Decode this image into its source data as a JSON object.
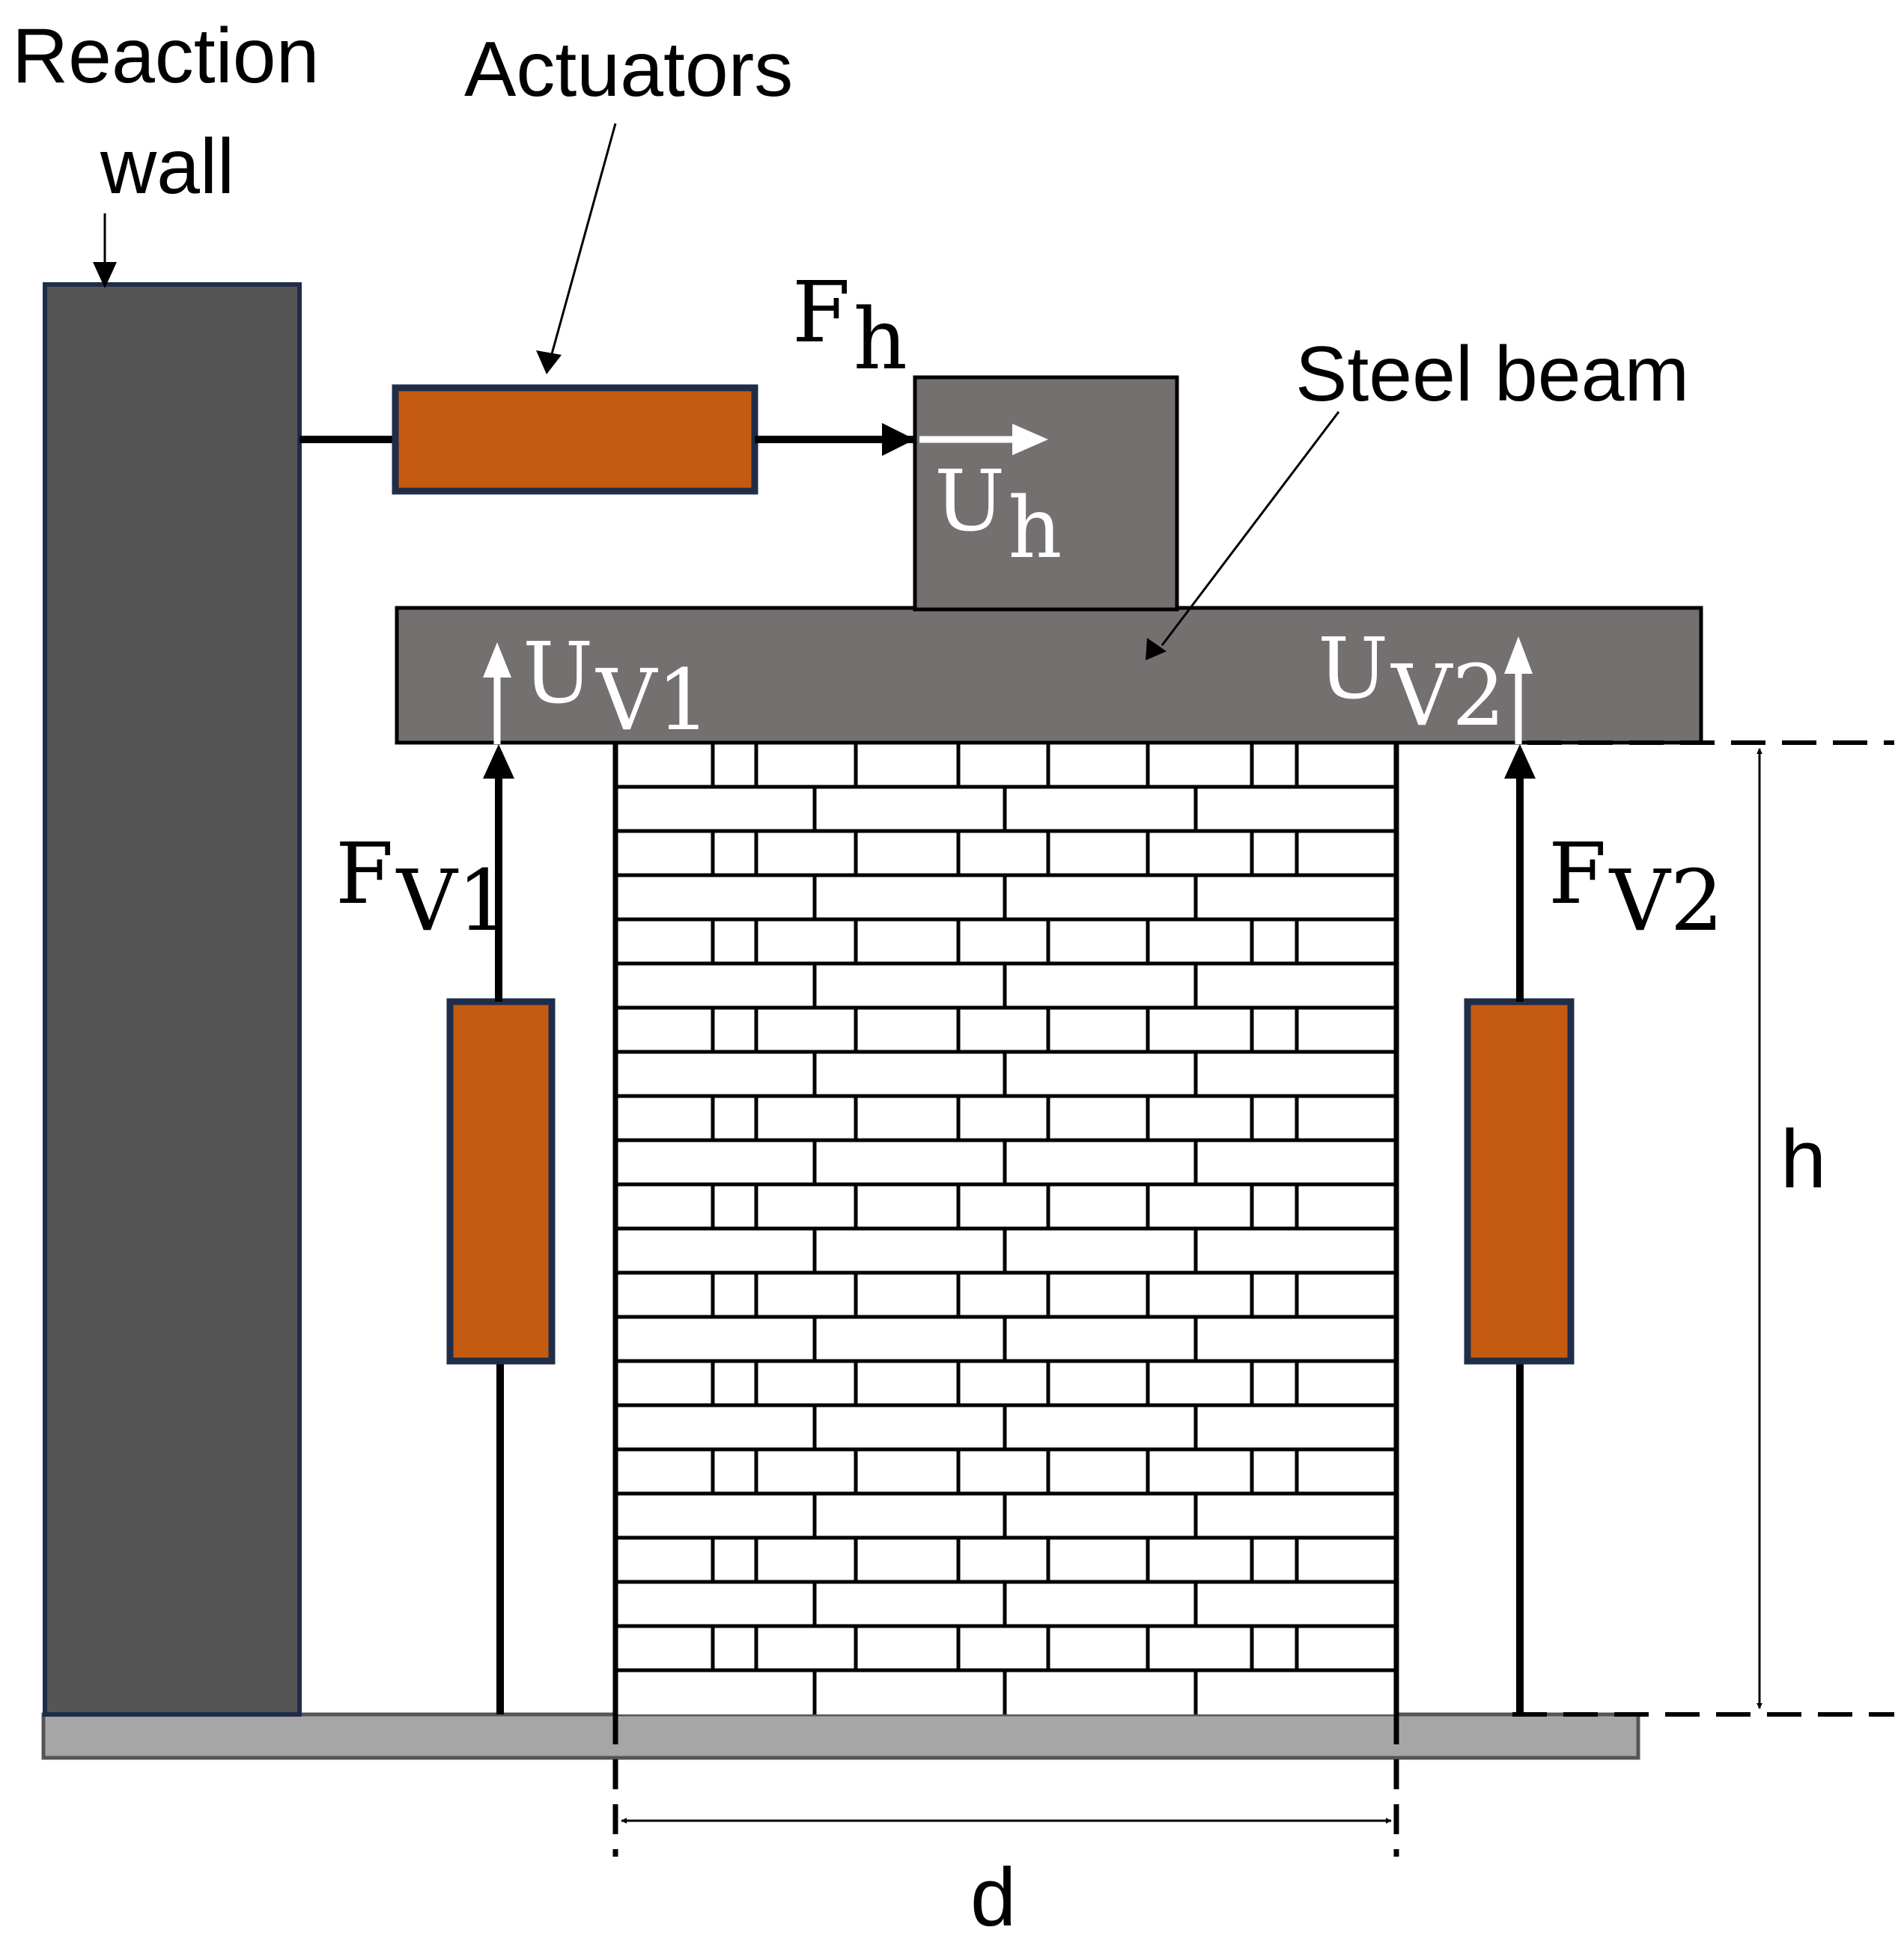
{
  "labels": {
    "reaction_wall_line1": "Reaction",
    "reaction_wall_line2": "wall",
    "actuators": "Actuators",
    "steel_beam": "Steel beam",
    "height": "h",
    "width": "d"
  },
  "symbols": {
    "fh": {
      "main": "F",
      "sub": "h"
    },
    "uh": {
      "main": "U",
      "sub": "h"
    },
    "uv1": {
      "main": "U",
      "sub": "V1"
    },
    "uv2": {
      "main": "U",
      "sub": "V2"
    },
    "fv1": {
      "main": "F",
      "sub": "V1"
    },
    "fv2": {
      "main": "F",
      "sub": "V2"
    }
  },
  "colors": {
    "reaction_wall": "#555555",
    "actuator": "#C55A11",
    "steel": "#757070",
    "base": "#A6A6A6",
    "outline": "#1F2D4A"
  }
}
